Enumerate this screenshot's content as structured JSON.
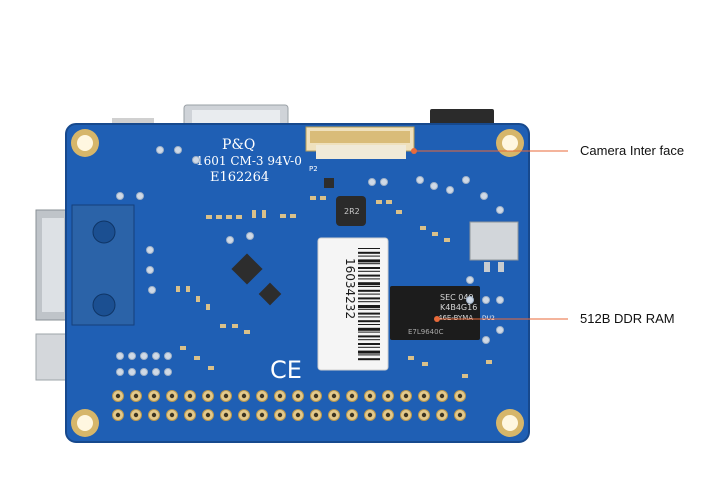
{
  "board": {
    "color": "#1f5fb4",
    "silk_logo": "P&Q",
    "silk_model": "1601 CM-3 94V-0",
    "silk_code": "E162264",
    "camera_connector_label": "P2",
    "barcode_number": "16034232",
    "ram_chip_lines": [
      "SEC 049",
      "K4B4G16",
      "46E-BYMA",
      "E7L9640C"
    ],
    "ram_ref": "DU2"
  },
  "callouts": {
    "camera": "Camera Inter face",
    "ram": "512B  DDR RAM"
  },
  "colors": {
    "pcb_blue": "#1f5fb4",
    "pcb_blue_dark": "#184f99",
    "pad_gold": "#d6b66a",
    "callout_dot": "#e86a3a",
    "callout_line": "#e86a3a"
  }
}
